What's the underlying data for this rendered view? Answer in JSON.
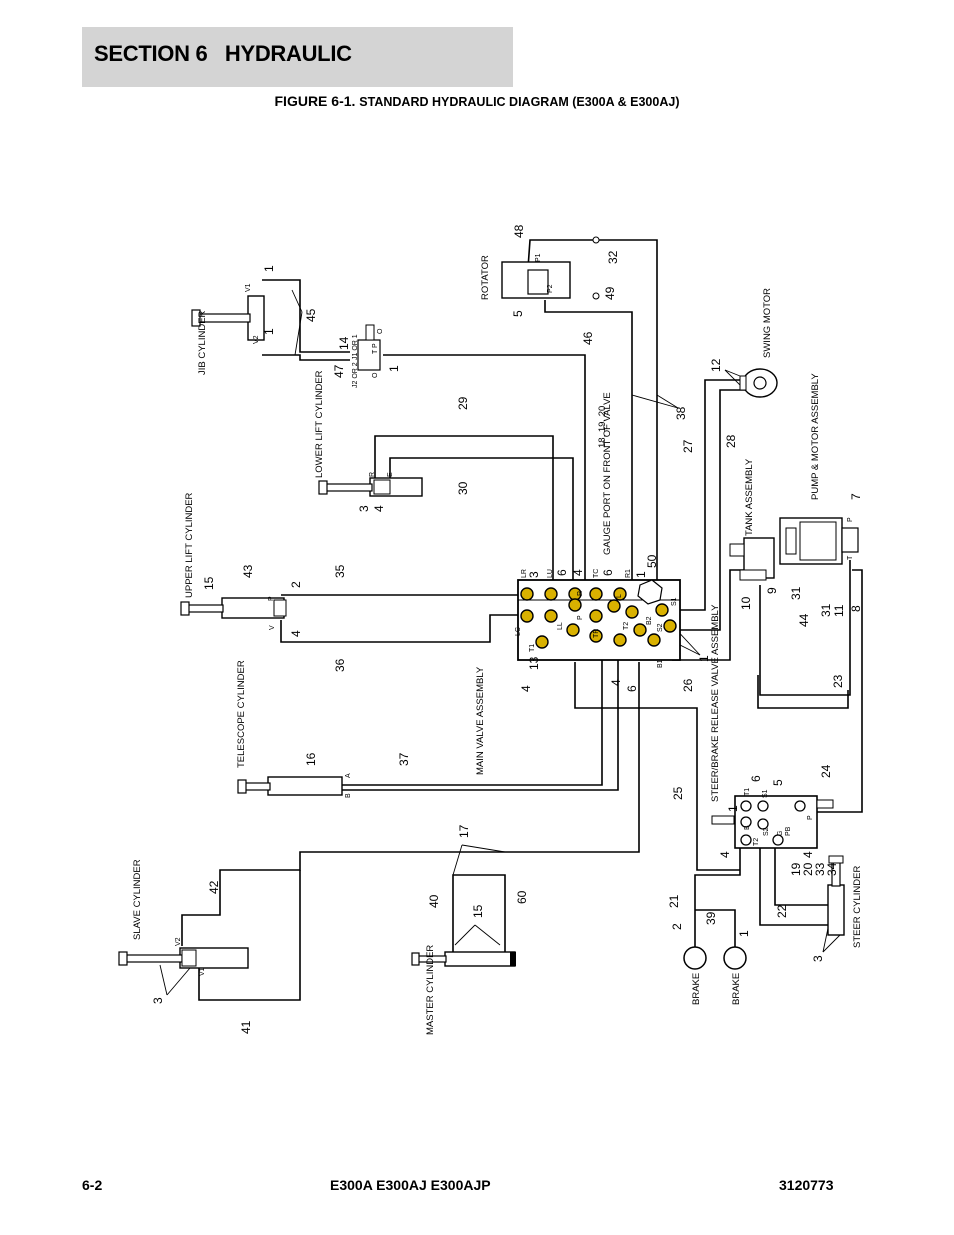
{
  "header": {
    "section_title": "SECTION 6   HYDRAULIC",
    "figure_number": "FIGURE 6-1.",
    "figure_title": "STANDARD HYDRAULIC DIAGRAM (E300A & E300AJ)"
  },
  "footer": {
    "page_number": "6-2",
    "models": "E300A E300AJ E300AJP",
    "doc_number": "3120773"
  },
  "diagram": {
    "component_labels": {
      "jib_cylinder": "JIB CYLINDER",
      "rotator": "ROTATOR",
      "lower_lift_cylinder": "LOWER LIFT CYLINDER",
      "upper_lift_cylinder": "UPPER LIFT CYLINDER",
      "telescope_cylinder": "TELESCOPE CYLINDER",
      "main_valve_assembly": "MAIN VALVE ASSEMBLY",
      "gauge_port": "GAUGE PORT ON FRONT OF VALVE",
      "gauge_items": "18, 19, 20",
      "swing_motor": "SWING MOTOR",
      "tank_assembly": "TANK ASSEMBLY",
      "pump_motor_assembly": "PUMP & MOTOR ASSEMBLY",
      "steer_brake_valve": "STEER/BRAKE RELEASE VALVE ASSEMBLY",
      "slave_cylinder": "SLAVE CYLINDER",
      "master_cylinder": "MASTER CYLINDER",
      "steer_cylinder": "STEER CYLINDER",
      "brake_left": "BRAKE",
      "brake_right": "BRAKE"
    },
    "port_labels": {
      "v1": "V1",
      "v2": "V2",
      "p1": "P1",
      "p2": "P2",
      "j1": "J1 OR 1",
      "j2": "J2 OR 2",
      "o": "O",
      "t": "T",
      "p": "P",
      "r": "R",
      "e": "E",
      "v": "V",
      "a": "A",
      "b": "B",
      "lr": "LR",
      "lu": "LU",
      "lc": "LC",
      "ll": "LL",
      "tc": "TC",
      "tr": "TR",
      "t1": "T1",
      "t2": "T2",
      "r1": "R1",
      "l": "L",
      "b1": "B1",
      "b2": "B2",
      "s1": "S1",
      "s2": "S2",
      "g": "G",
      "pb": "PB"
    },
    "callouts": {
      "jib": {
        "c1a": "1",
        "c1b": "1",
        "c45": "45",
        "c14": "14",
        "c47": "47",
        "c1c": "1"
      },
      "rotator": {
        "c48": "48",
        "c32": "32",
        "c5": "5",
        "c49": "49",
        "c46": "46"
      },
      "lower": {
        "c29": "29",
        "c30": "30",
        "c3": "3",
        "c4": "4"
      },
      "upper": {
        "c15": "15",
        "c43": "43",
        "c2": "2",
        "c4": "4",
        "c35": "35",
        "c36": "36"
      },
      "telescope": {
        "c16": "16",
        "c37": "37"
      },
      "main_valve": {
        "c3": "3",
        "c6a": "6",
        "c4a": "4",
        "c6b": "6",
        "c1": "1",
        "c50": "50",
        "c13": "13",
        "c4b": "4",
        "c4c": "4",
        "c6c": "6",
        "c26": "26",
        "c1b": "1"
      },
      "right_side": {
        "c12": "12",
        "c38": "38",
        "c27": "27",
        "c28": "28",
        "c7": "7",
        "c10": "10",
        "c9": "9",
        "c31a": "31",
        "c44": "44",
        "c31b": "31",
        "c11": "11",
        "c8": "8",
        "c23": "23",
        "c24": "24"
      },
      "steer_valve": {
        "c25": "25",
        "c6": "6",
        "c5": "5",
        "c1": "1",
        "c4a": "4",
        "c4b": "4",
        "c19": "19",
        "c20": "20",
        "c33": "33",
        "c34": "34"
      },
      "bottom": {
        "c17": "17",
        "c42": "42",
        "c41": "41",
        "c40": "40",
        "c15": "15",
        "c60": "60",
        "c3a": "3",
        "c21": "21",
        "c2": "2",
        "c39": "39",
        "c1": "1",
        "c22": "22",
        "c3b": "3"
      }
    }
  }
}
